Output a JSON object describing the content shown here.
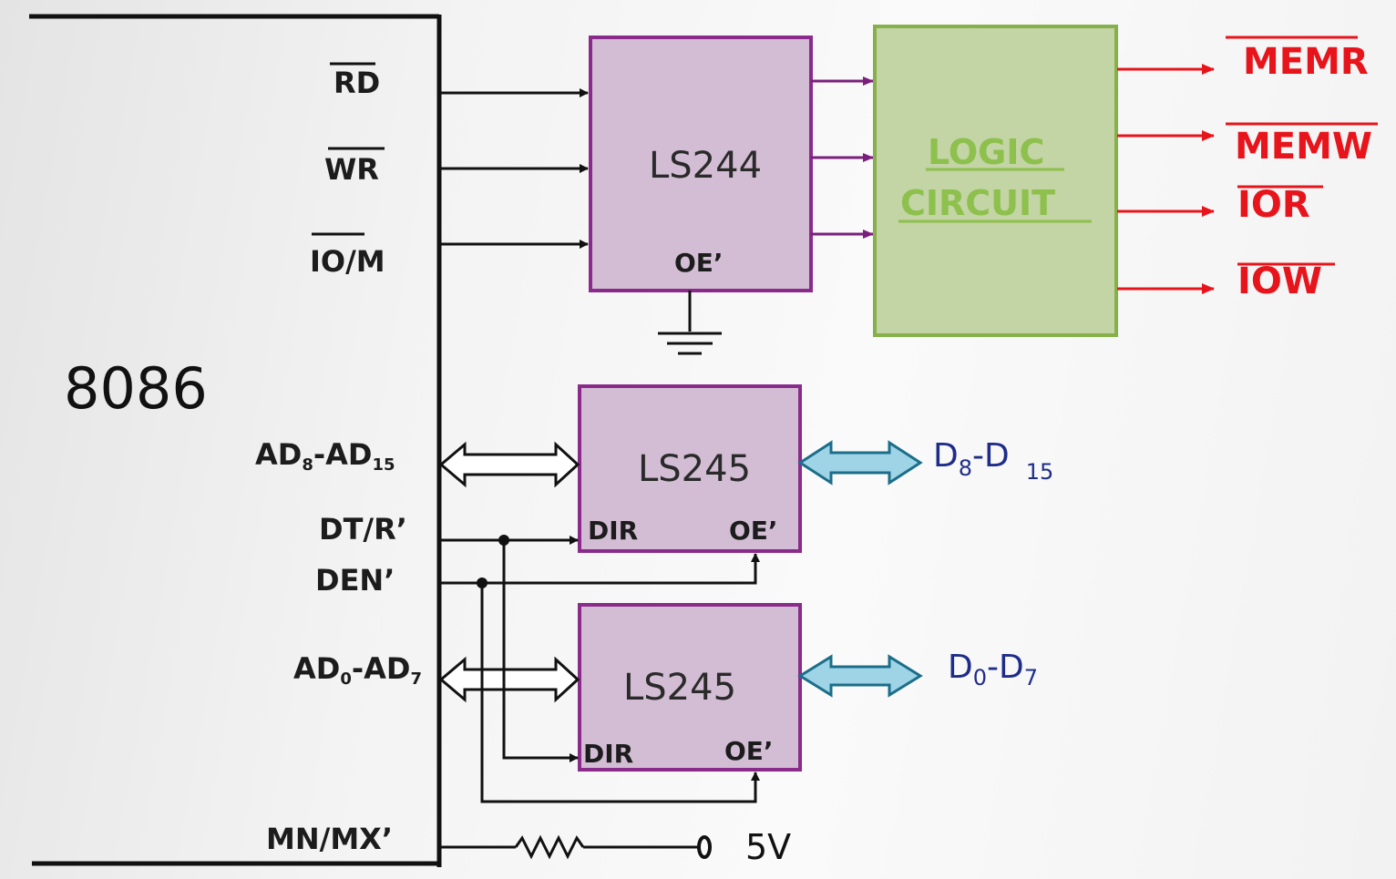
{
  "processor": {
    "label": "8086"
  },
  "signals": {
    "rd": "RD",
    "wr": "WR",
    "io_m": "IO/M",
    "ad_high_base": "AD",
    "ad_high_sub1": "8",
    "ad_high_mid": "-AD",
    "ad_high_sub2": "15",
    "dt_r": "DT/R’",
    "den": "DEN’",
    "ad_low_base": "AD",
    "ad_low_sub1": "0",
    "ad_low_mid": "-AD",
    "ad_low_sub2": "7",
    "mn_mx": "MN/MX’"
  },
  "latch": {
    "label": "LS244",
    "oe": "OE’"
  },
  "transceiver_high": {
    "label": "LS245",
    "dir": "DIR",
    "oe": "OE’"
  },
  "transceiver_low": {
    "label": "LS245",
    "dir": "DIR",
    "oe": "OE’"
  },
  "logic_circuit": {
    "line1": "LOGIC",
    "line2": "CIRCUIT"
  },
  "outputs": [
    "MEMR",
    "MEMW",
    "IOR",
    "IOW"
  ],
  "data_bus": {
    "high_base": "D",
    "high_sub1": "8",
    "high_mid": "-D",
    "high_sub2": "15",
    "low_base": "D",
    "low_sub1": "0",
    "low_mid": "-D",
    "low_sub2": "7"
  },
  "supply": "5V",
  "colors": {
    "chip_fill": "#d3bdd4",
    "chip_stroke": "#8a2b8c",
    "logic_fill": "#c3d4a5",
    "logic_stroke": "#86b14a",
    "output_red": "#e8141b",
    "bus_arrow_fill": "#9fd3e6",
    "bus_arrow_stroke": "#1b6e8a",
    "bus_text": "#1e2d8a"
  }
}
